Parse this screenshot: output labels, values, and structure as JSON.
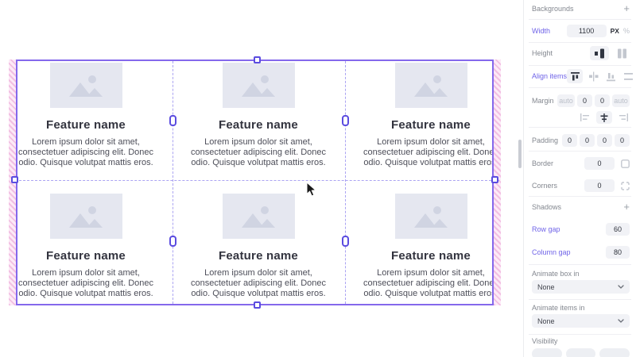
{
  "colors": {
    "accent_purple": "#8468ec",
    "handle_purple": "#5b4ce0",
    "guide_dash": "#aba4f2",
    "overflow_hatch_pink": "#f2bfe2",
    "placeholder_bg": "#e5e7f0",
    "placeholder_icon": "#d0d4e2",
    "label_accent": "#6f63e8",
    "label_gray": "#83878f",
    "input_bg": "#f1f2f6"
  },
  "canvas": {
    "cards": [
      {
        "title": "Feature name",
        "body": "Lorem ipsum dolor sit amet, consectetuer adipiscing elit. Donec odio. Quisque volutpat mattis eros."
      },
      {
        "title": "Feature name",
        "body": "Lorem ipsum dolor sit amet, consectetuer adipiscing elit. Donec odio. Quisque volutpat mattis eros."
      },
      {
        "title": "Feature name",
        "body": "Lorem ipsum dolor sit amet, consectetuer adipiscing elit. Donec odio. Quisque volutpat mattis eros."
      },
      {
        "title": "Feature name",
        "body": "Lorem ipsum dolor sit amet, consectetuer adipiscing elit. Donec odio. Quisque volutpat mattis eros."
      },
      {
        "title": "Feature name",
        "body": "Lorem ipsum dolor sit amet, consectetuer adipiscing elit. Donec odio. Quisque volutpat mattis eros."
      },
      {
        "title": "Feature name",
        "body": "Lorem ipsum dolor sit amet, consectetuer adipiscing elit. Donec odio. Quisque volutpat mattis eros."
      }
    ]
  },
  "sidebar": {
    "icons": {
      "plus": "+"
    },
    "backgrounds": {
      "label": "Backgrounds"
    },
    "width": {
      "label": "Width",
      "value": "1100",
      "unit_px": "PX",
      "unit_percent": "%"
    },
    "height": {
      "label": "Height"
    },
    "align_items": {
      "label": "Align items"
    },
    "margin": {
      "label": "Margin",
      "values": [
        "auto",
        "0",
        "0",
        "auto"
      ]
    },
    "padding": {
      "label": "Padding",
      "values": [
        "0",
        "0",
        "0",
        "0"
      ]
    },
    "border": {
      "label": "Border",
      "value": "0"
    },
    "corners": {
      "label": "Corners",
      "value": "0"
    },
    "shadows": {
      "label": "Shadows"
    },
    "row_gap": {
      "label": "Row gap",
      "value": "60"
    },
    "column_gap": {
      "label": "Column gap",
      "value": "80"
    },
    "animate_box_in": {
      "label": "Animate box in",
      "value": "None"
    },
    "animate_items_in": {
      "label": "Animate items in",
      "value": "None"
    },
    "visibility": {
      "label": "Visibility"
    }
  }
}
